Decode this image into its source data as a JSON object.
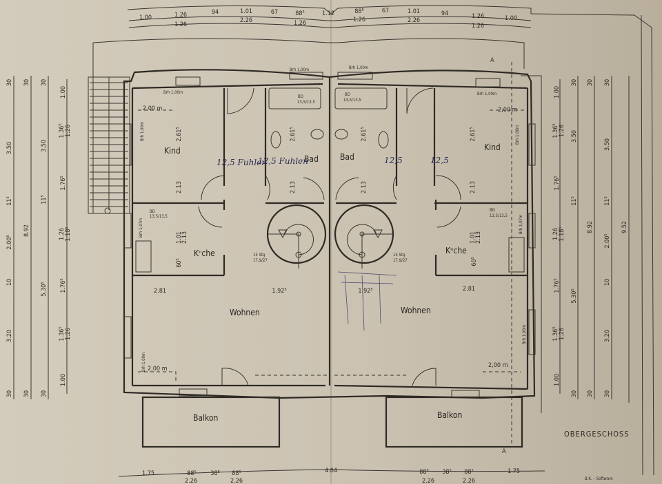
{
  "drawing": {
    "title": "OBERGESCHOSS",
    "section_marker": "A",
    "footer_note": "B.K. – Software"
  },
  "rooms": {
    "kind_left": "Kind",
    "kind_right": "Kind",
    "bad_left": "Bad",
    "bad_right": "Bad",
    "kueche_left": "Kⁿche",
    "kueche_right": "Kⁿche",
    "wohnen_left": "Wohnen",
    "wohnen_right": "Wohnen",
    "balkon_left": "Balkon",
    "balkon_right": "Balkon"
  },
  "annotations": {
    "brh": "Brh 1,00m",
    "brh_kitchen": "Brh 1,07m",
    "bd": "BD",
    "bd_size": "13,5/13,5",
    "width_2m": "2,00 m",
    "stairs_steps": "15 Stg",
    "stairs_ratio": "17,9/27",
    "handwritten_left_1": "12,5 Fuhlen",
    "handwritten_left_2": "12,5 Fuhlen",
    "handwritten_right_1": "12,5",
    "handwritten_right_2": "12,5"
  },
  "dimensions": {
    "top_row1": [
      "1.00",
      "1.26",
      "94",
      "1.01",
      "67",
      "88⁵",
      "1.12",
      "88⁵",
      "67",
      "1.01",
      "94",
      "1.26",
      "1.00"
    ],
    "top_row2": [
      "1.26",
      "2.26",
      "1.26",
      "1.26",
      "2.26",
      "1.26"
    ],
    "left_col1": [
      "30",
      "3.50",
      "11⁵",
      "2.00⁵",
      "10",
      "3.20",
      "30"
    ],
    "left_col2": [
      "30",
      "8.92",
      "30"
    ],
    "left_col3": [
      "30",
      "3.50",
      "11⁵",
      "5.30⁵",
      "30"
    ],
    "left_col4": [
      "1.00",
      "1.36⁵",
      "1.26",
      "1.76⁵",
      "1.26",
      "1.18⁵",
      "1.76⁵",
      "1.36⁵",
      "1.26",
      "1.00"
    ],
    "right_col1": [
      "1.00",
      "1.36⁵",
      "1.26",
      "1.76⁵",
      "1.26",
      "1.18⁵",
      "1.76⁵",
      "1.36⁵",
      "1.26",
      "1.00"
    ],
    "right_col2": [
      "30",
      "3.50",
      "11⁵",
      "5.30⁵",
      "30"
    ],
    "right_col3": [
      "30",
      "8.92",
      "30"
    ],
    "right_col4": [
      "30",
      "3.50",
      "11⁵",
      "2.00⁵",
      "10",
      "3.20",
      "30"
    ],
    "right_col5": [
      "9.52"
    ],
    "bottom_row1": [
      "1.75",
      "88⁵",
      "38⁵",
      "88⁵",
      "4.84",
      "88⁵",
      "38⁵",
      "88⁵",
      "1.75"
    ],
    "bottom_row2": [
      "2.26",
      "2.26",
      "2.26",
      "2.26"
    ],
    "interior": [
      "2.81",
      "1.92⁵",
      "1.92⁵",
      "2.81",
      "2.61⁵",
      "2.13",
      "2.61⁵",
      "2.13",
      "2.61⁵",
      "2.13",
      "2.61⁵",
      "2.13",
      "1.01",
      "2.13",
      "60⁵",
      "1.01",
      "2.13",
      "60⁵"
    ]
  }
}
